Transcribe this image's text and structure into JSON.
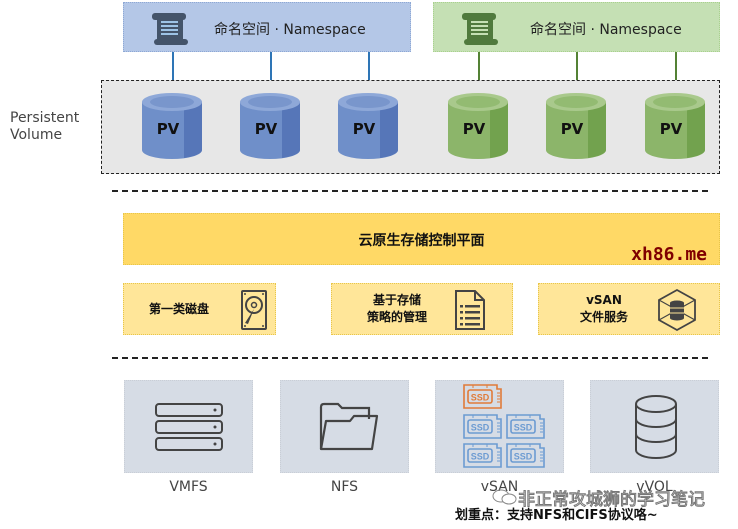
{
  "namespaces": [
    {
      "title": "命名空间 · Namespace",
      "color": "#b4c7e7"
    },
    {
      "title": "命名空间 · Namespace",
      "color": "#c5e0b4"
    }
  ],
  "persistent_volume": {
    "label_line1": "Persistent",
    "label_line2": "Volume",
    "volumes": [
      {
        "label": "PV",
        "group": "blue"
      },
      {
        "label": "PV",
        "group": "blue"
      },
      {
        "label": "PV",
        "group": "blue"
      },
      {
        "label": "PV",
        "group": "green"
      },
      {
        "label": "PV",
        "group": "green"
      },
      {
        "label": "PV",
        "group": "green"
      }
    ]
  },
  "control_plane": {
    "title": "云原生存储控制平面",
    "watermark": "xh86.me"
  },
  "services": [
    {
      "line1": "第一类磁盘",
      "line2": "",
      "icon": "hard-disk-icon"
    },
    {
      "line1": "基于存储",
      "line2": "策略的管理",
      "icon": "document-list-icon"
    },
    {
      "line1": "vSAN",
      "line2": "文件服务",
      "icon": "database-cube-icon"
    }
  ],
  "backends": [
    {
      "label": "VMFS",
      "icon": "server-stack-icon"
    },
    {
      "label": "NFS",
      "icon": "folder-icon"
    },
    {
      "label": "vSAN",
      "icon": "ssd-array-icon"
    },
    {
      "label": "vVOL",
      "icon": "database-icon"
    }
  ],
  "ssd_label": "SSD",
  "note": "划重点：支持NFS和CIFS协议咯~",
  "watermark_wechat": "非正常攻城狮的学习笔记",
  "colors": {
    "blue_cylinder": "#6f8fc9",
    "green_cylinder": "#8cb56a",
    "control_plane": "#ffd966",
    "service_box": "#ffe699",
    "backend_box": "#d6dce5",
    "ssd_orange": "#e07b39",
    "ssd_blue": "#6c9bd2"
  }
}
